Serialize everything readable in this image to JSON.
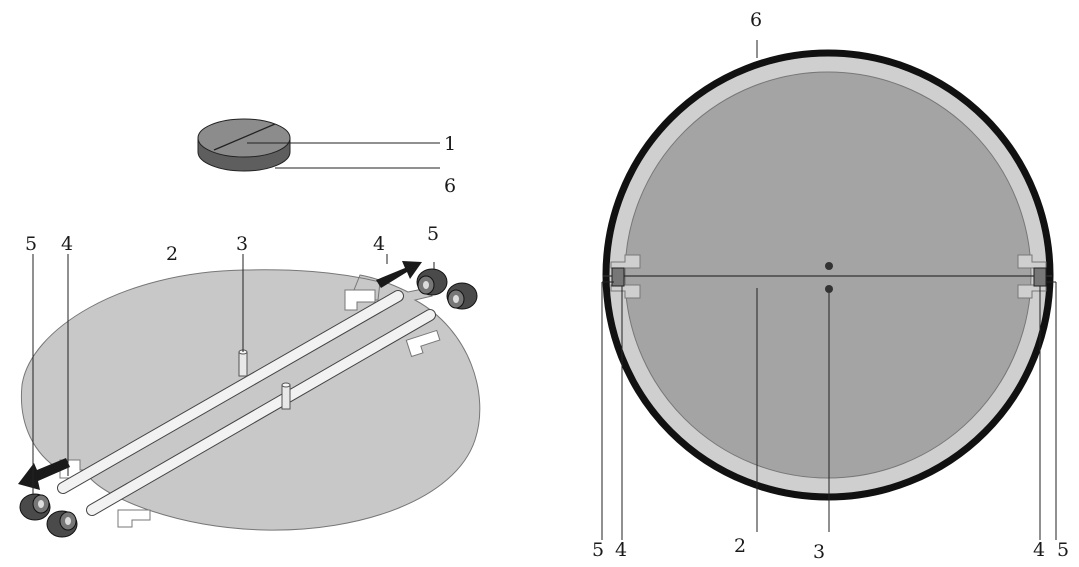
{
  "left_figure": {
    "labels": {
      "cap": "1",
      "cap_ring": "6",
      "plate": "2",
      "pin": "3",
      "rod_left": "4",
      "rod_right": "4",
      "nut_left": "5",
      "nut_right": "5"
    }
  },
  "right_figure": {
    "labels": {
      "ring_top": "6",
      "nut_left": "5",
      "rod_left": "4",
      "plate": "2",
      "pin": "3",
      "rod_right": "4",
      "nut_right": "5"
    }
  },
  "colors": {
    "plate_fill": "#c8c8c8",
    "plate_dark": "#a4a4a4",
    "ring_light": "#cfcfcf",
    "ring_outline": "#111111",
    "rod_fill": "#f2f2f2",
    "nut_fill": "#4a4a4a",
    "arrow_fill": "#1a1a1a"
  }
}
